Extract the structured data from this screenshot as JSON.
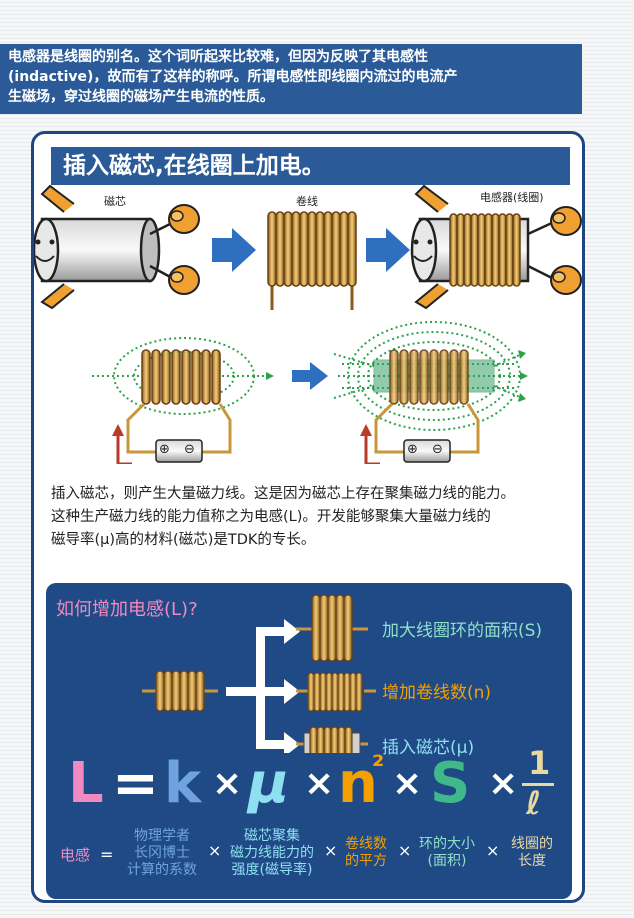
{
  "intro": {
    "line1": "电感器是线圈的别名。这个词听起来比较难，但因为反映了其电感性",
    "line2": "(indactive)，故而有了这样的称呼。所谓电感性即线圈内流过的电流产",
    "line3": "生磁场，穿过线圈的磁场产生电流的性质。"
  },
  "banner": {
    "title": "插入磁芯,在线圈上加电。"
  },
  "steps": {
    "core": "磁芯",
    "coil": "卷线",
    "inductor": "电感器(线圈)"
  },
  "paragraph": {
    "line1": "插入磁芯，则产生大量磁力线。这是因为磁芯上存在聚集磁力线的能力。",
    "line2": "这种生产磁力线的能力值称之为电感(L)。开发能够聚集大量磁力线的",
    "line3": "磁导率(μ)高的材料(磁芯)是TDK的专长。"
  },
  "how": {
    "question": "如何增加电感(L)?",
    "branch_area": "加大线圈环的面积(S)",
    "branch_turns": "增加卷线数(n)",
    "branch_core": "插入磁芯(μ)"
  },
  "formula": {
    "L": "L",
    "eq": "=",
    "k": "k",
    "x": "×",
    "mu": "μ",
    "n": "n",
    "sq": "²",
    "S": "S",
    "one": "1",
    "ell": "ℓ"
  },
  "explain": {
    "inductance": "电感",
    "eq": "=",
    "k1": "物理学者",
    "k2": "长冈博士",
    "k3": "计算的系数",
    "mu1": "磁芯聚集",
    "mu2": "磁力线能力的",
    "mu3": "强度(磁导率)",
    "n1": "卷线数",
    "n2": "的平方",
    "s1": "环的大小",
    "s2": "(面积)",
    "l1": "线圈的",
    "l2": "长度",
    "x": "×"
  },
  "battery": {
    "plus": "⊕",
    "minus": "⊖"
  },
  "colors": {
    "blue": "#2a5b98",
    "navy": "#1f4a86",
    "pink": "#f08ac0",
    "lightblue": "#6fa3e0",
    "cyan": "#8ee0f0",
    "yellow": "#f3a000",
    "green": "#3fb88a",
    "coil": "#c8973a"
  }
}
